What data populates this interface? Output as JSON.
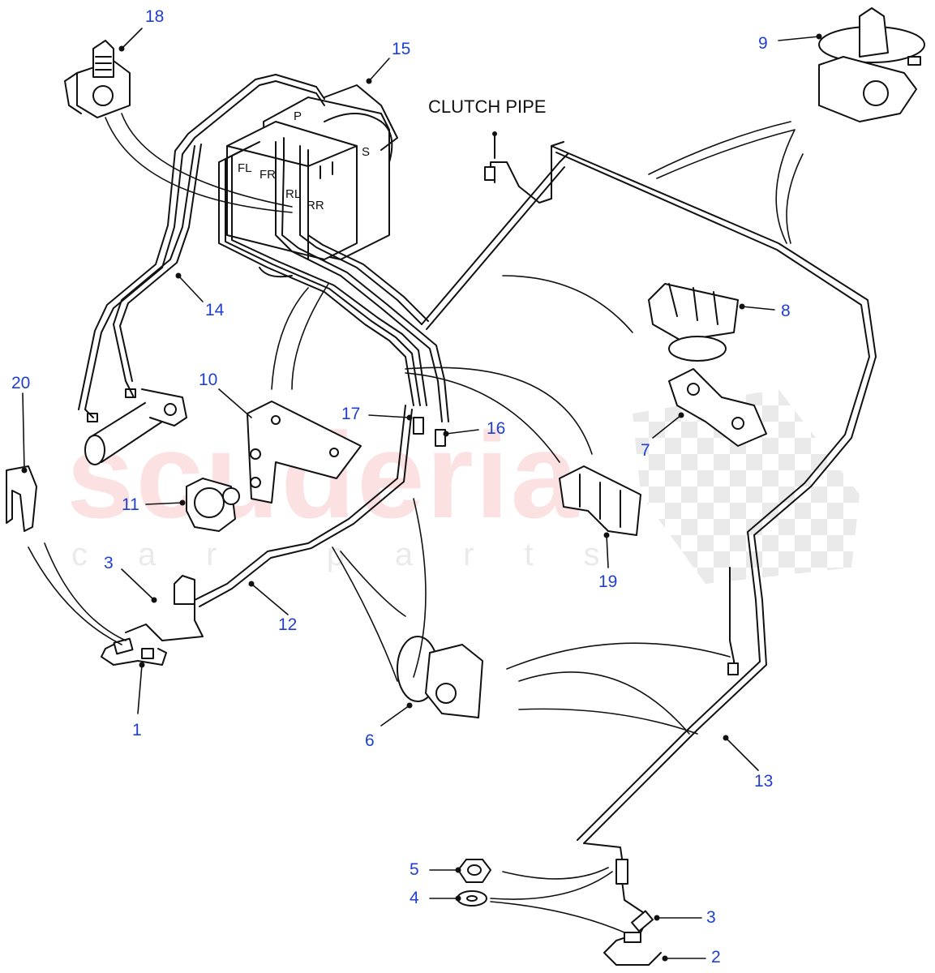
{
  "diagram": {
    "colors": {
      "callout": "#1f3fd0",
      "line": "#111111",
      "watermark_red": "#eb7878",
      "watermark_grey": "#b4b4b4"
    },
    "clutch_label": "CLUTCH PIPE",
    "abs_ports": [
      "P",
      "S",
      "FL",
      "FR",
      "RL",
      "RR"
    ],
    "watermark": {
      "main": "scuderia",
      "sub": "car parts"
    },
    "callouts": [
      "18",
      "15",
      "9",
      "14",
      "8",
      "20",
      "10",
      "17",
      "16",
      "7",
      "11",
      "3",
      "12",
      "19",
      "1",
      "6",
      "13",
      "5",
      "4",
      "3",
      "2"
    ]
  }
}
